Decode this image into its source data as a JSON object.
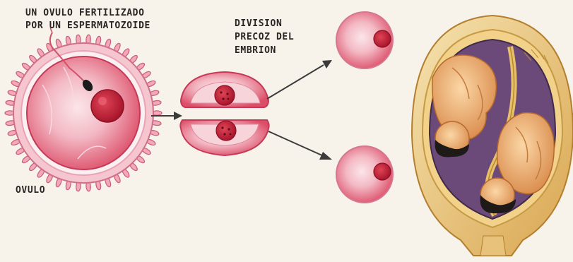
{
  "labels": {
    "fertilized_line1": "UN OVULO FERTILIZADO",
    "fertilized_line2": "POR UN ESPERMATOZOIDE",
    "ovulo": "OVULO",
    "division_line1": "DIVISION",
    "division_line2": "PRECOZ DEL",
    "division_line3": "EMBRION"
  },
  "colors": {
    "paper": "#f7f3ea",
    "cell_fill": "#e8607a",
    "cell_light": "#f3b9c4",
    "nucleus": "#c8243a",
    "membrane": "#d98aa0",
    "arrow": "#3b3b3b",
    "uterus_outer": "#f0d79a",
    "uterus_wall": "#d4a24a",
    "amnion": "#6b4a7a",
    "fetus_skin": "#f1b578",
    "hair": "#1e1a18"
  },
  "icons": [
    "ovum-icon",
    "sperm-icon",
    "two-cell-embryo-icon",
    "daughter-cell-icon",
    "uterus-twins-icon",
    "arrow-icon"
  ]
}
